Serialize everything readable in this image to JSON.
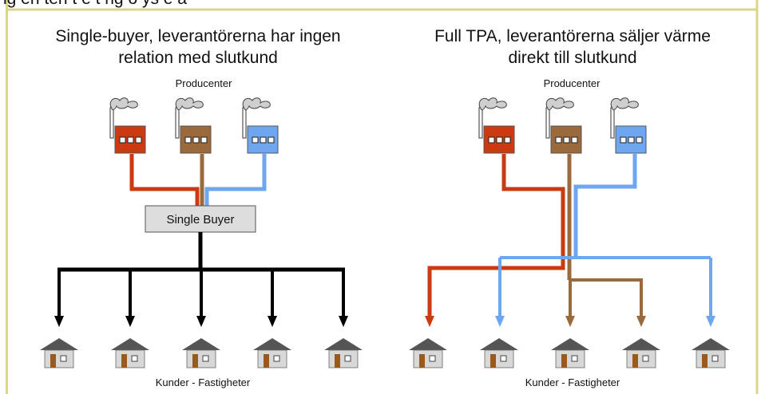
{
  "top_caption": "ig  en ten  t e  t   ng o  ys e  a",
  "left": {
    "title_line1": "Single-buyer, leverantörerna har ingen",
    "title_line2": "relation med slutkund",
    "producers_label": "Producenter",
    "middle_box_label": "Single Buyer",
    "customers_label": "Kunder - Fastigheter"
  },
  "right": {
    "title_line1": "Full TPA, leverantörerna säljer värme",
    "title_line2": "direkt till slutkund",
    "producers_label": "Producenter",
    "customers_label": "Kunder - Fastigheter"
  },
  "colors": {
    "border": "#d9d68a",
    "factory_red": "#cc3a12",
    "factory_brown": "#9b6a3c",
    "factory_blue": "#6ea6f0",
    "line_red": "#cc3a12",
    "line_brown": "#9b6a3c",
    "line_blue": "#6ea6f0",
    "line_black": "#000000",
    "box_fill": "#dddddd",
    "roof": "#555555",
    "wall": "#d8d8d8",
    "door": "#9a5a1e"
  },
  "icons": [
    "factory-icon",
    "smokestack-icon",
    "smoke-icon",
    "house-icon",
    "arrow-down-icon"
  ]
}
